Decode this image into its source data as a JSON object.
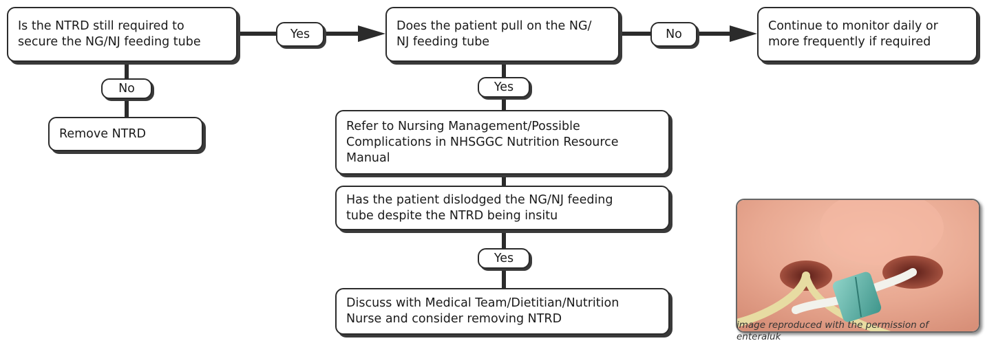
{
  "flowchart": {
    "q_required": "Is the NTRD still required to\nsecure the NG/NJ feeding tube",
    "yes_1": "Yes",
    "q_pull": "Does the patient pull on the NG/\nNJ feeding tube",
    "no_1": "No",
    "continue_monitor": "Continue to monitor daily or\nmore frequently if required",
    "no_2": "No",
    "remove_ntrd": "Remove NTRD",
    "yes_2": "Yes",
    "refer_nursing": "Refer to Nursing Management/Possible\nComplications in NHSGGC Nutrition Resource\nManual",
    "q_dislodged": "Has the patient dislodged the NG/NJ feeding\ntube despite the NTRD being insitu",
    "yes_3": "Yes",
    "discuss_team": "Discuss with Medical Team/Dietitian/Nutrition\nNurse and consider removing NTRD"
  },
  "image_caption": "image reproduced with the permission of\nenteraluk",
  "colors": {
    "line": "#2b2b2b",
    "box_fill": "#ffffff",
    "device": "#5fb3a9",
    "skin": "#e8a891"
  },
  "photo_icon": "nasal-tube-retention-device-photo"
}
